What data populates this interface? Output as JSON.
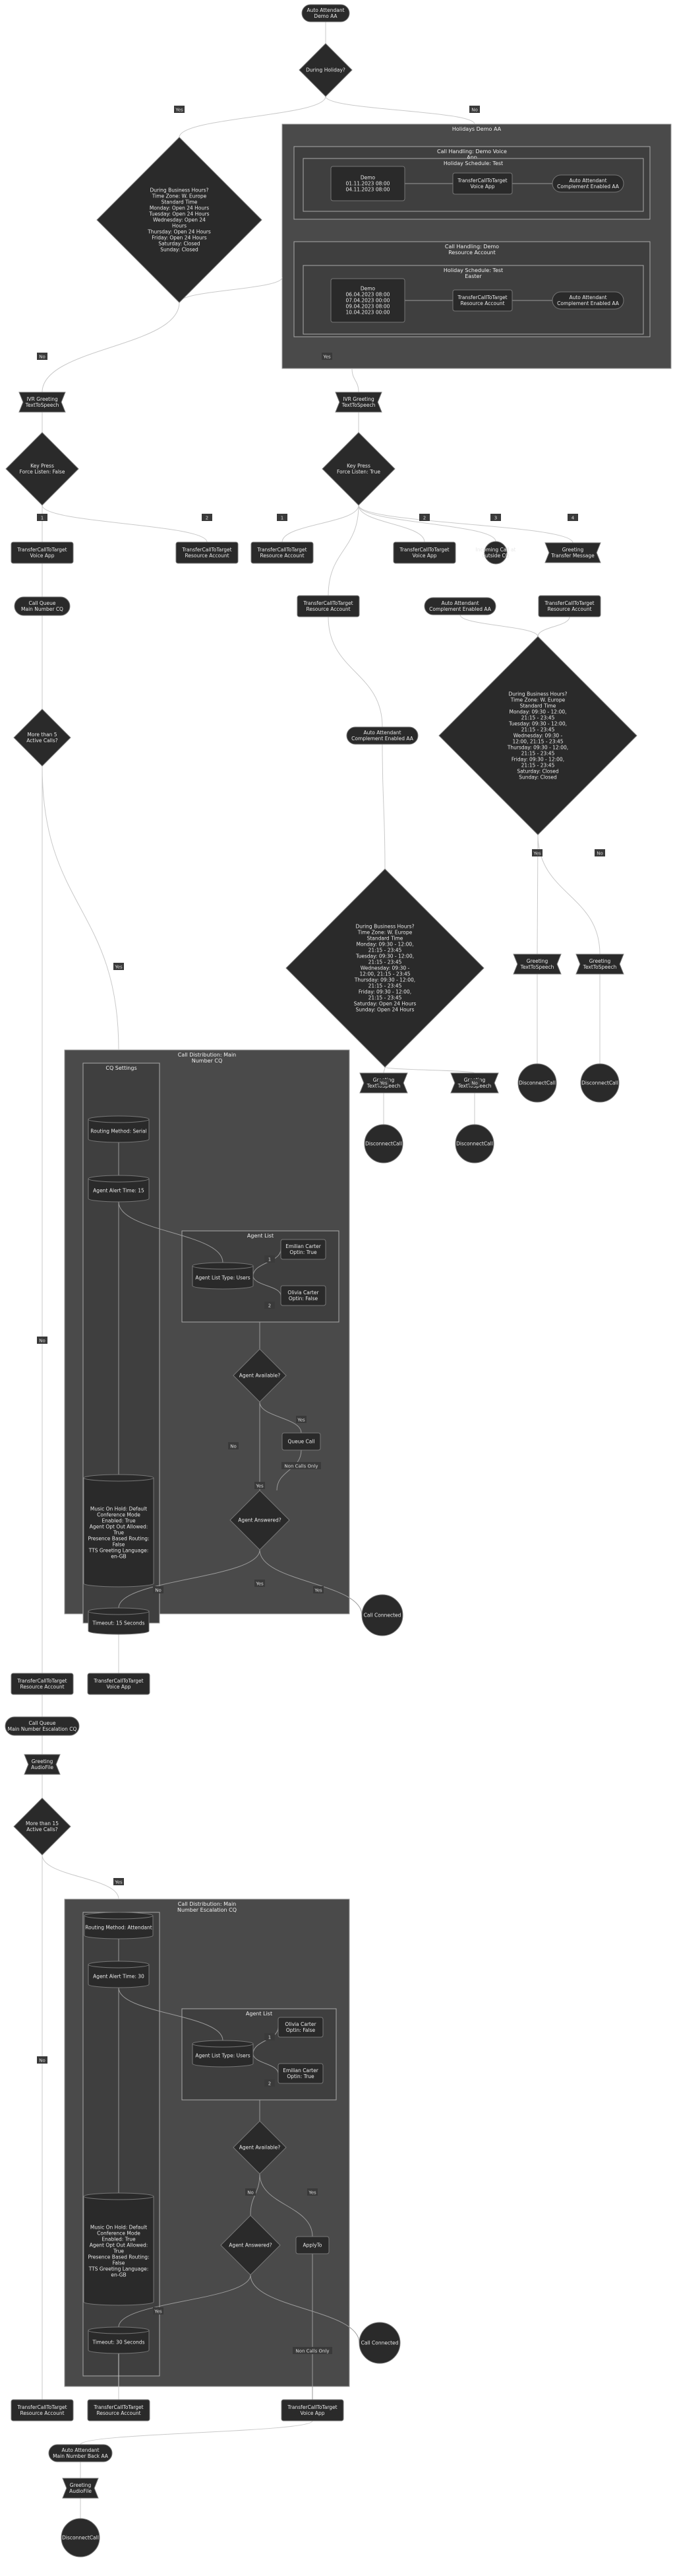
{
  "nodes": {
    "start": [
      "Auto Attendant",
      "Demo AA"
    ],
    "during_holiday": [
      "During Holiday?"
    ],
    "dbh1": [
      "During Business Hours?",
      "Time Zone: W. Europe",
      "Standard Time",
      "Monday: Open 24 Hours",
      "Tuesday: Open 24 Hours",
      "Wednesday: Open 24",
      "Hours",
      "Thursday: Open 24 Hours",
      "Friday: Open 24 Hours",
      "Saturday: Closed",
      "Sunday: Closed"
    ],
    "ivr_left": [
      "IVR Greeting",
      "TextToSpeech"
    ],
    "ivr_right": [
      "IVR Greeting",
      "TextToSpeech"
    ],
    "key_left": [
      "Key Press",
      "Force Listen: False"
    ],
    "key_right": [
      "Key Press",
      "Force Listen: True"
    ],
    "tct_voice1": [
      "TransferCallToTarget",
      "Voice App"
    ],
    "tct_res1": [
      "TransferCallToTarget",
      "Resource Account"
    ],
    "tct_res2": [
      "TransferCallToTarget",
      "Resource Account"
    ],
    "tct_voice2": [
      "TransferCallToTarget",
      "Voice App"
    ],
    "ann": [
      "Greeting",
      "Transfer Message"
    ],
    "outside": [
      "Incoming Call at",
      "outside CQ"
    ],
    "call_queue": [
      "Call Queue",
      "Main Number CQ"
    ],
    "tct_res3": [
      "TransferCallToTarget",
      "Resource Account"
    ],
    "aa_comp1": [
      "Auto Attendant",
      "Complement Enabled AA"
    ],
    "tct_res4": [
      "TransferCallToTarget",
      "Resource Account"
    ],
    "aa_comp2": [
      "Auto Attendant",
      "Complement Enabled AA"
    ],
    "wait1": [
      "More than 5",
      "Active Calls?"
    ],
    "dbh_tz": [
      "During Business Hours?",
      "Time Zone: W. Europe",
      "Standard Time",
      "Monday: 09:30 - 12:00,",
      "21:15 - 23:45",
      "Tuesday: 09:30 - 12:00,",
      "21:15 - 23:45",
      "Wednesday: 09:30 -",
      "12:00, 21:15 - 23:45",
      "Thursday: 09:30 - 12:00,",
      "21:15 - 23:45",
      "Friday: 09:30 - 12:00,",
      "21:15 - 23:45",
      "Saturday: Closed",
      "Sunday: Closed"
    ],
    "dbh_c": [
      "During Business Hours?",
      "Time Zone: W. Europe",
      "Standard Time",
      "Monday: 09:30 - 12:00,",
      "21:15 - 23:45",
      "Tuesday: 09:30 - 12:00,",
      "21:15 - 23:45",
      "Wednesday: 09:30 -",
      "12:00, 21:15 - 23:45",
      "Thursday: 09:30 - 12:00,",
      "21:15 - 23:45",
      "Friday: 09:30 - 12:00,",
      "21:15 - 23:45",
      "Saturday: Open 24 Hours",
      "Sunday: Open 24 Hours"
    ],
    "greet_r1": [
      "Greeting",
      "TextToSpeech"
    ],
    "greet_r2": [
      "Greeting",
      "TextToSpeech"
    ],
    "greet_l1": [
      "Greeting",
      "TextToSpeech"
    ],
    "greet_l2": [
      "Greeting",
      "TextToSpeech"
    ],
    "disc1": [
      "DisconnectCall"
    ],
    "disc2": [
      "DisconnectCall"
    ],
    "disc3": [
      "DisconnectCall"
    ],
    "disc4": [
      "DisconnectCall"
    ],
    "cq1_routing": [
      "Routing Method: Serial"
    ],
    "cq1_alert": [
      "Agent Alert Time: 15"
    ],
    "cq1_agent_type": [
      "Agent List Type: Users"
    ],
    "cq1_agent1": [
      "Emilian Carter",
      "Optin: True"
    ],
    "cq1_agent2": [
      "Olivia Carter",
      "Optin: False"
    ],
    "cq1_avail": [
      "Agent Available?"
    ],
    "cq1_queue": [
      "Queue Call"
    ],
    "cq1_answered": [
      "Agent Answered?"
    ],
    "cq1_settings": [
      "Music On Hold: Default",
      "Conference Mode",
      "Enabled: True",
      "Agent Opt Out Allowed:",
      "True",
      "Presence Based Routing:",
      "False",
      "TTS Greeting Language:",
      "en-GB"
    ],
    "cq1_timeout": [
      "Timeout: 15 Seconds"
    ],
    "cq1_connected": [
      "Call Connected"
    ],
    "tct_res5": [
      "TransferCallToTarget",
      "Resource Account"
    ],
    "tct_voice3": [
      "TransferCallToTarget",
      "Voice App"
    ],
    "call_queue2": [
      "Call Queue",
      "Main Number Escalation CQ"
    ],
    "greet_audio1": [
      "Greeting",
      "AudioFile"
    ],
    "wait2": [
      "More than 15",
      "Active Calls?"
    ],
    "cq2_routing": [
      "Routing Method: Attendant"
    ],
    "cq2_alert": [
      "Agent Alert Time: 30"
    ],
    "cq2_agent_type": [
      "Agent List Type: Users"
    ],
    "cq2_agent1": [
      "Olivia Carter",
      "Optin: False"
    ],
    "cq2_agent2": [
      "Emilian Carter",
      "Optin: True"
    ],
    "cq2_avail": [
      "Agent Available?"
    ],
    "cq2_apply": [
      "ApplyTo"
    ],
    "cq2_answered": [
      "Agent Answered?"
    ],
    "cq2_settings": [
      "Music On Hold: Default",
      "Conference Mode",
      "Enabled: True",
      "Agent Opt Out Allowed:",
      "True",
      "Presence Based Routing:",
      "False",
      "TTS Greeting Language:",
      "en-GB"
    ],
    "cq2_timeout": [
      "Timeout: 30 Seconds"
    ],
    "cq2_connected": [
      "Call Connected"
    ],
    "tct_res6": [
      "TransferCallToTarget",
      "Resource Account"
    ],
    "tct_res7": [
      "TransferCallToTarget",
      "Resource Account"
    ],
    "tct_voice4": [
      "TransferCallToTarget",
      "Voice App"
    ],
    "aa_esc": [
      "Auto Attendant",
      "Main Number Back AA"
    ],
    "greet_audio2": [
      "Greeting",
      "AudioFile"
    ],
    "disc5": [
      "DisconnectCall"
    ],
    "hol1": [
      "Demo",
      "01.11.2023 08:00",
      "04.11.2023 08:00"
    ],
    "hol1_target": [
      "TransferCallToTarget",
      "Voice App"
    ],
    "hol1_aa": [
      "Auto Attendant",
      "Complement Enabled AA"
    ],
    "hol2": [
      "Demo",
      "06.04.2023 08:00",
      "07.04.2023 00:00",
      "09.04.2023 08:00",
      "10.04.2023 00:00"
    ],
    "hol2_target": [
      "TransferCallToTarget",
      "Resource Account"
    ],
    "hol2_aa": [
      "Auto Attendant",
      "Complement Enabled AA"
    ]
  },
  "clusters": {
    "holiday_outer": [
      "Holidays Demo AA"
    ],
    "holiday_a": [
      "Call Handling: Demo Voice",
      "App"
    ],
    "holiday_a_inner": [
      "Holiday Schedule: Test"
    ],
    "holiday_b": [
      "Call Handling: Demo",
      "Resource Account"
    ],
    "holiday_b_inner": [
      "Holiday Schedule: Test",
      "Easter"
    ],
    "cq1": [
      "Call Distribution: Main",
      "Number CQ"
    ],
    "cq1_settings": [
      "CQ Settings"
    ],
    "cq1_agents": [
      "Agent List"
    ],
    "cq2": [
      "Call Distribution: Main",
      "Number Escalation CQ"
    ],
    "cq2_settings": [
      "CQ Settings"
    ],
    "cq2_agents": [
      "Agent List"
    ]
  },
  "edge_labels": {
    "e1": "Yes",
    "e2": "No",
    "e3": "No",
    "e4": "Yes",
    "e5": "1",
    "e6": "2",
    "e7": "1",
    "e8": "2",
    "e9": "3",
    "e10": "4",
    "e11": "Yes",
    "e12": "No",
    "e13": "Yes",
    "e14": "No",
    "e15": "No",
    "e16": "Yes",
    "e17": "1",
    "e18": "2",
    "e19": "No",
    "e20": "Yes",
    "e21": "Yes",
    "e22": "No",
    "e23": "Yes",
    "e24": "Yes",
    "e25": "No",
    "e26": "Yes",
    "e27": "1",
    "e28": "2",
    "e29": "No",
    "e30": "Yes",
    "e31": "Yes"
  },
  "edge_notes": {
    "queue_note": "Non Calls Only",
    "queue_note2": "Non Calls Only"
  }
}
